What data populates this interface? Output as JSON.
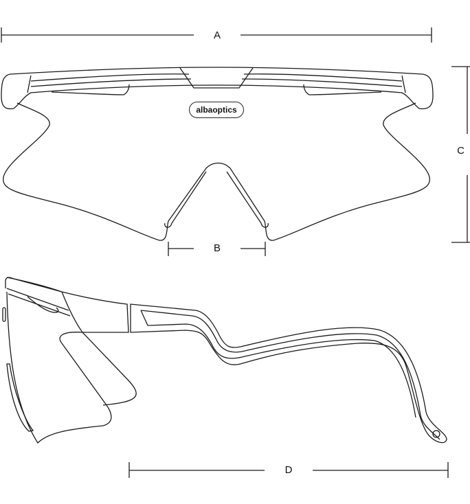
{
  "brand": "albaoptics",
  "dimensions": {
    "a": "A",
    "b": "B",
    "c": "C",
    "d": "D"
  },
  "colors": {
    "stroke": "#1a1a1a",
    "background": "#ffffff"
  }
}
